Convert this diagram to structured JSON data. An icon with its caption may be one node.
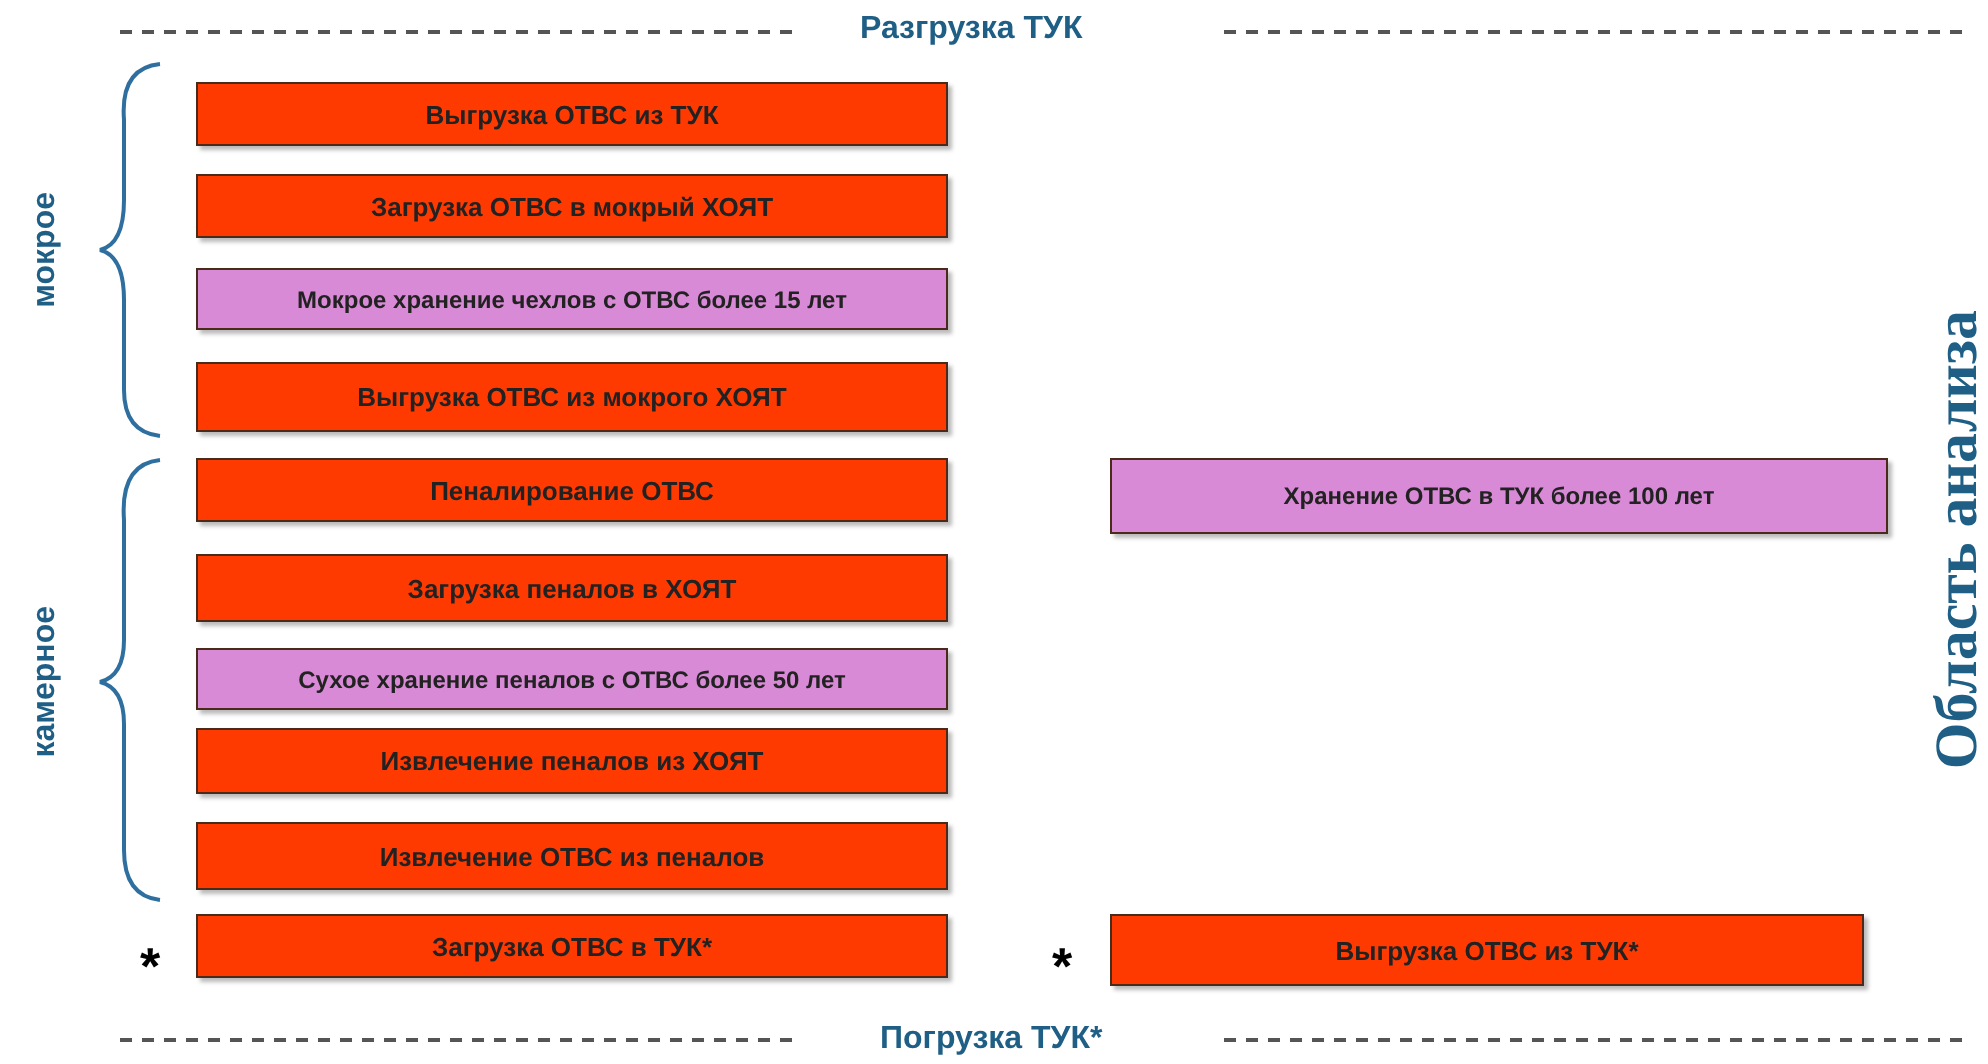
{
  "diagram": {
    "nodes": [
      {
        "text": [
          "Выгрузка ОТВС из ТУК"
        ]
      },
      {
        "text": [
          "Загрузка ОТВС в мокрый ХОЯТ"
        ]
      },
      {
        "text": [
          "Мокрое хранение чехлов с ОТВС более 15 лет"
        ]
      },
      {
        "text": [
          "Выгрузка ОТВС из мокрого ХОЯТ"
        ]
      },
      {
        "text": [
          "Пеналирование ОТВС"
        ]
      },
      {
        "text": [
          "Хранение ОТВС в ТУК более 100 лет"
        ]
      },
      {
        "text": [
          "Загрузка пеналов в ХОЯТ"
        ]
      },
      {
        "text": [
          "Сухое хранение пеналов с ОТВС более 50 лет"
        ]
      },
      {
        "text": [
          "Извлечение пеналов из ХОЯТ"
        ]
      },
      {
        "text": [
          "Извлечение ОТВС из пеналов"
        ]
      },
      {
        "text": [
          "Загрузка ОТВС в ТУК*"
        ]
      },
      {
        "text": [
          "Выгрузка ОТВС из ТУК*"
        ]
      }
    ],
    "edges": [],
    "labels": [
      "Разгрузка ТУК",
      "мокрое",
      "камерное",
      "Область анализа",
      "*",
      "*",
      "Погрузка ТУК*"
    ]
  }
}
